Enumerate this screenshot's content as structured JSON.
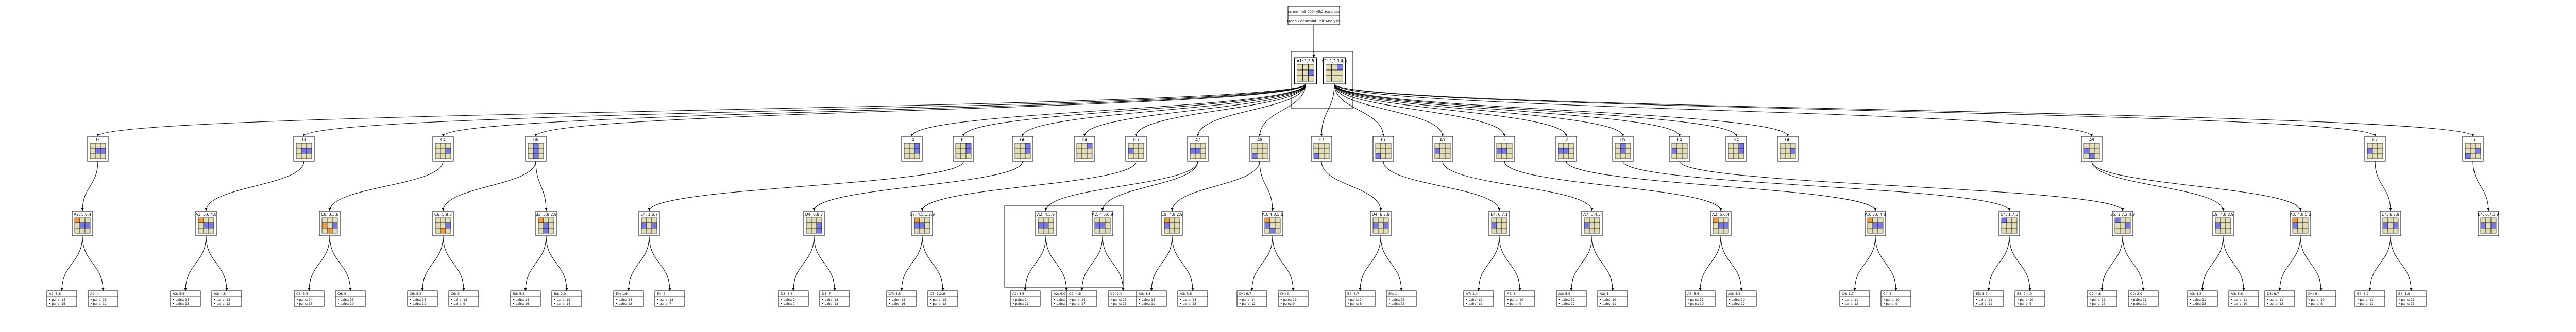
{
  "header": {
    "lines": [
      "cc-mm-ro3-0004r5k2-base.sdk",
      "Deep Constraint Pair Analysis"
    ]
  },
  "colors": {
    "empty": "#e3dfb8",
    "blue": "#7777ee",
    "orange": "#f29c3c",
    "gray": "#c8c8c8",
    "line": "#000000"
  },
  "level1": [
    {
      "label": "A1: 1,3,5",
      "cells": "eeeeebeee"
    },
    {
      "label": "C1: 1,2,3,4,6",
      "cells": "eebeeeeee"
    }
  ],
  "level2": [
    {
      "label": "I2",
      "cells": "eeeebbeee"
    },
    {
      "label": "I3",
      "cells": "eeeebbeee"
    },
    {
      "label": "C4",
      "cells": "eeeeebeee"
    },
    {
      "label": "B6",
      "cells": "ebeebeebe"
    },
    {
      "label": "F4",
      "cells": "eebeebeee"
    },
    {
      "label": "E5",
      "cells": "eebeebeee"
    },
    {
      "label": "G6",
      "cells": "eebeebeee"
    },
    {
      "label": "H4",
      "cells": "eebeeeeee"
    },
    {
      "label": "H6",
      "cells": "eeebeeeee"
    },
    {
      "label": "A7",
      "cells": "eeebbeeee"
    },
    {
      "label": "A8",
      "cells": "eeeeeebee"
    },
    {
      "label": "D7",
      "cells": "eeeeeebee"
    },
    {
      "label": "E7",
      "cells": "eeeeeebee"
    },
    {
      "label": "A5",
      "cells": "eeebeeeee"
    },
    {
      "label": "I1",
      "cells": "eeebbeeee"
    },
    {
      "label": "I2",
      "cells": "eeebbeeee"
    },
    {
      "label": "B5",
      "cells": "ebeebeeee"
    },
    {
      "label": "F4",
      "cells": "eeebeeeee"
    },
    {
      "label": "G4",
      "cells": "eebeebeee"
    },
    {
      "label": "G6",
      "cells": "eeeeebeee"
    },
    {
      "label": "A9",
      "cells": "eeebeeebe"
    },
    {
      "label": "D7",
      "cells": "eeebeeeee"
    },
    {
      "label": "E7",
      "cells": "eeeeebbee"
    }
  ],
  "level3": [
    {
      "label": "A2: 5,6,4",
      "cells": "oeeebbeee"
    },
    {
      "label": "A3: 5,6,4,8",
      "cells": "oeeebbeee"
    },
    {
      "label": "C6: 3,5,6",
      "cells": "eeeoebeoe"
    },
    {
      "label": "C6: 5,8,3",
      "cells": "eeeeebeoe"
    },
    {
      "label": "B3: 5,8,2,9",
      "cells": "oeeebeebe"
    },
    {
      "label": "E4: 1,6,7",
      "cells": "eeebebeee"
    },
    {
      "label": "D4: 6,8,7",
      "cells": "eeeeebeeb"
    },
    {
      "label": "C7: 4,5,1,2,9",
      "cells": "oeebbeeee"
    },
    {
      "label": "A2: 4,5,9",
      "cells": "eeebbeeee"
    },
    {
      "label": "A2: 4,5,6,9",
      "cells": "eeebbeeee"
    },
    {
      "label": "C9: 4,8,2,9",
      "cells": "oeebeeeee"
    },
    {
      "label": "A3: 4,8,5,6",
      "cells": "oeebeeebe"
    },
    {
      "label": "D4: 6,7,9",
      "cells": "eeebebeee"
    },
    {
      "label": "E4: 6,7,1",
      "cells": "eeebeeeee"
    },
    {
      "label": "A7: 1,4,5",
      "cells": "eeebeeeee"
    },
    {
      "label": "A2: 5,6,4",
      "cells": "oeeebbeee"
    },
    {
      "label": "A3: 5,6,4,8",
      "cells": "oeeebbeee"
    },
    {
      "label": "C4: 1,7,5",
      "cells": "beeeeeeee"
    },
    {
      "label": "E5: 1,7,2,4,9",
      "cells": "beeeebeee"
    },
    {
      "label": "C9: 4,8,2,9",
      "cells": "eeebeeeee"
    },
    {
      "label": "A3: 4,8,5,6",
      "cells": "oeebeeeee"
    },
    {
      "label": "D4: 6,7,9",
      "cells": "eeebebeee"
    },
    {
      "label": "E4: 6,7,1,9",
      "cells": "eeebebeee"
    }
  ],
  "level4": [
    {
      "title": "A2: 5,6",
      "pairs": [
        "• pairs: 14",
        "• pairs: 15"
      ]
    },
    {
      "title": "A2: 4",
      "pairs": [
        "• pairs: 13",
        "• pairs: 12"
      ]
    },
    {
      "title": "A3: 5,6",
      "pairs": [
        "• pairs: 14",
        "• pairs: 13"
      ]
    },
    {
      "title": "A3: 4,8",
      "pairs": [
        "• pairs: 13",
        "• pairs: 12"
      ]
    },
    {
      "title": "C6: 3,5",
      "pairs": [
        "• pairs: 14",
        "• pairs: 13"
      ]
    },
    {
      "title": "C6: 8",
      "pairs": [
        "• pairs: 13",
        "• pairs: 10"
      ]
    },
    {
      "title": "C6: 5,8",
      "pairs": [
        "• pairs: 14",
        "• pairs: 11"
      ]
    },
    {
      "title": "C6: 3",
      "pairs": [
        "• pairs: 13",
        "• pairs: 9"
      ]
    },
    {
      "title": "B3: 5,8",
      "pairs": [
        "• pairs: 14",
        "• pairs: 16"
      ]
    },
    {
      "title": "B3: 2,9",
      "pairs": [
        "• pairs: 13",
        "• pairs: 14"
      ]
    },
    {
      "title": "E4: 1,6",
      "pairs": [
        "• pairs: 14",
        "• pairs: 13"
      ]
    },
    {
      "title": "E4: 7",
      "pairs": [
        "• pairs: 13",
        "• pairs: 7"
      ]
    },
    {
      "title": "D4: 6,8",
      "pairs": [
        "• pairs: 14",
        "• pairs: 7"
      ]
    },
    {
      "title": "D4: 7",
      "pairs": [
        "• pairs: 13",
        "• pairs: 13"
      ]
    },
    {
      "title": "C7: 4,5",
      "pairs": [
        "• pairs: 14",
        "• pairs: 16"
      ]
    },
    {
      "title": "C7: 1,2,9",
      "pairs": [
        "• pairs: 13",
        "• pairs: 12"
      ]
    },
    {
      "title": "A2: 4,5",
      "pairs": [
        "• pairs: 14",
        "• pairs: 11"
      ]
    },
    {
      "title": "A2: 6,9",
      "pairs": [
        "• pairs: 13",
        "• pairs: 12"
      ]
    },
    {
      "title": "C9: 4,8",
      "pairs": [
        "• pairs: 14",
        "• pairs: 17"
      ]
    },
    {
      "title": "C9: 2,9",
      "pairs": [
        "• pairs: 13",
        "• pairs: 13"
      ]
    },
    {
      "title": "A3: 4,8",
      "pairs": [
        "• pairs: 14",
        "• pairs: 11"
      ]
    },
    {
      "title": "A3: 5,6",
      "pairs": [
        "• pairs: 14",
        "• pairs: 13"
      ]
    },
    {
      "title": "D4: 6,7",
      "pairs": [
        "• pairs: 14",
        "• pairs: 12"
      ]
    },
    {
      "title": "D4: 9",
      "pairs": [
        "• pairs: 13",
        "• pairs: 9"
      ]
    },
    {
      "title": "E4: 6,7",
      "pairs": [
        "• pairs: 14",
        "• pairs: 8"
      ]
    },
    {
      "title": "E4: 1",
      "pairs": [
        "• pairs: 13",
        "• pairs: 13"
      ]
    },
    {
      "title": "A7: 1,4",
      "pairs": [
        "• pairs: 11",
        "• pairs: 11"
      ]
    },
    {
      "title": "A7: 5",
      "pairs": [
        "• pairs: 10",
        "• pairs: 9"
      ]
    },
    {
      "title": "A2: 5,6",
      "pairs": [
        "• pairs: 11",
        "• pairs: 12"
      ]
    },
    {
      "title": "A2: 4",
      "pairs": [
        "• pairs: 10",
        "• pairs: 11"
      ]
    },
    {
      "title": "A3: 5,6",
      "pairs": [
        "• pairs: 11",
        "• pairs: 10"
      ]
    },
    {
      "title": "A3: 4,8",
      "pairs": [
        "• pairs: 10",
        "• pairs: 12"
      ]
    },
    {
      "title": "C4: 1,7",
      "pairs": [
        "• pairs: 11",
        "• pairs: 12"
      ]
    },
    {
      "title": "C4: 5",
      "pairs": [
        "• pairs: 10",
        "• pairs: 9"
      ]
    },
    {
      "title": "E5: 1,7",
      "pairs": [
        "• pairs: 11",
        "• pairs: 11"
      ]
    },
    {
      "title": "E5: 2,4,9",
      "pairs": [
        "• pairs: 10",
        "• pairs: 9"
      ]
    },
    {
      "title": "C9: 4,8",
      "pairs": [
        "• pairs: 11",
        "• pairs: 13"
      ]
    },
    {
      "title": "C9: 2,9",
      "pairs": [
        "• pairs: 11",
        "• pairs: 12"
      ]
    },
    {
      "title": "A3: 4,8",
      "pairs": [
        "• pairs: 11",
        "• pairs: 13"
      ]
    },
    {
      "title": "A3: 5,6",
      "pairs": [
        "• pairs: 11",
        "• pairs: 10"
      ]
    },
    {
      "title": "D4: 6,7",
      "pairs": [
        "• pairs: 11",
        "• pairs: 12"
      ]
    },
    {
      "title": "D4: 9",
      "pairs": [
        "• pairs: 10",
        "• pairs: 8"
      ]
    },
    {
      "title": "E4: 6,7",
      "pairs": [
        "• pairs: 11",
        "• pairs: 11"
      ]
    },
    {
      "title": "E4: 1,9",
      "pairs": [
        "• pairs: 11",
        "• pairs: 13"
      ]
    }
  ]
}
